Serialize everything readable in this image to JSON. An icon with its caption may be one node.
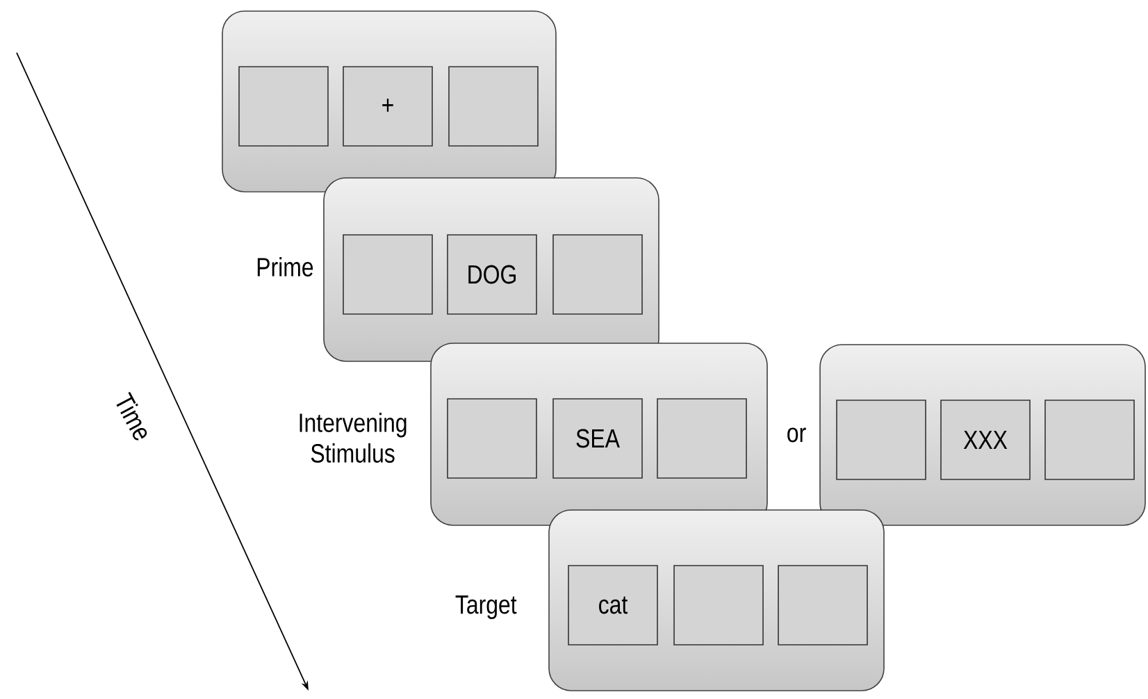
{
  "diagram": {
    "nodes": [
      {
        "text": [],
        "shape": "box"
      },
      {
        "text": [],
        "shape": "box",
        "in": 0
      },
      {
        "text": [
          "+"
        ],
        "in": 0
      },
      {
        "text": [],
        "shape": "box",
        "in": 0
      },
      {
        "text": [],
        "shape": "box",
        "beside": [
          "Prime"
        ]
      },
      {
        "text": [],
        "shape": "box",
        "in": 4
      },
      {
        "text": [
          "DOG"
        ],
        "in": 4
      },
      {
        "text": [],
        "shape": "box",
        "in": 4
      },
      {
        "text": [],
        "shape": "box",
        "beside": [
          "Intervening Stimulus"
        ]
      },
      {
        "text": [],
        "shape": "box",
        "in": 8
      },
      {
        "text": [
          "SEA"
        ],
        "in": 8
      },
      {
        "text": [],
        "shape": "box",
        "in": 8
      },
      {
        "text": [],
        "shape": "box"
      },
      {
        "text": [],
        "shape": "box",
        "in": 12
      },
      {
        "text": [
          "XXX"
        ],
        "in": 12
      },
      {
        "text": [],
        "shape": "box",
        "in": 12
      },
      {
        "text": [],
        "shape": "box",
        "beside": [
          "Target"
        ]
      },
      {
        "text": [
          "cat"
        ],
        "in": 16
      },
      {
        "text": [],
        "shape": "box",
        "in": 16
      },
      {
        "text": [],
        "shape": "box",
        "in": 16
      }
    ],
    "labels": [
      "Time",
      "or"
    ]
  }
}
